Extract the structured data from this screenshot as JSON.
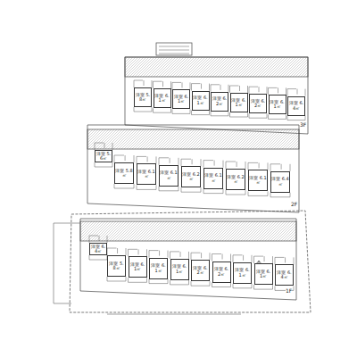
{
  "diagram": {
    "nodes": [
      {
        "text": [
          "洋室 5.8㎡"
        ]
      },
      {
        "text": [
          "洋室 6.1㎡"
        ]
      },
      {
        "text": [
          "洋室 6.1㎡"
        ]
      },
      {
        "text": [
          "洋室 6.1㎡"
        ]
      },
      {
        "text": [
          "洋室 6.2㎡"
        ]
      },
      {
        "text": [
          "洋室 6.1㎡"
        ]
      },
      {
        "text": [
          "洋室 6.2㎡"
        ]
      },
      {
        "text": [
          "洋室 6.1㎡"
        ]
      },
      {
        "text": [
          "洋室 6.4㎡"
        ]
      },
      {
        "text": [
          "洋室 5.6㎡"
        ]
      },
      {
        "text": [
          "洋室 5.8㎡"
        ]
      },
      {
        "text": [
          "洋室 6.1㎡"
        ]
      },
      {
        "text": [
          "洋室 6.1㎡"
        ]
      },
      {
        "text": [
          "洋室 6.2㎡"
        ]
      },
      {
        "text": [
          "洋室 6.1㎡"
        ]
      },
      {
        "text": [
          "洋室 6.2㎡"
        ]
      },
      {
        "text": [
          "洋室 6.1㎡"
        ]
      },
      {
        "text": [
          "洋室 6.4㎡"
        ]
      },
      {
        "text": [
          "洋室 6.4㎡"
        ]
      },
      {
        "text": [
          "洋室 5.8㎡"
        ]
      },
      {
        "text": [
          "洋室 6.1㎡"
        ]
      },
      {
        "text": [
          "洋室 6.1㎡"
        ]
      },
      {
        "text": [
          "洋室 6.1㎡"
        ]
      },
      {
        "text": [
          "洋室 6.2㎡"
        ]
      },
      {
        "text": [
          "洋室 6.2㎡"
        ]
      },
      {
        "text": [
          "洋室 6.1㎡"
        ]
      },
      {
        "text": [
          "洋室 6.1㎡"
        ]
      },
      {
        "text": [
          "洋室 6.4㎡"
        ]
      }
    ],
    "labels": [
      "3F",
      "2F",
      "1F"
    ]
  }
}
